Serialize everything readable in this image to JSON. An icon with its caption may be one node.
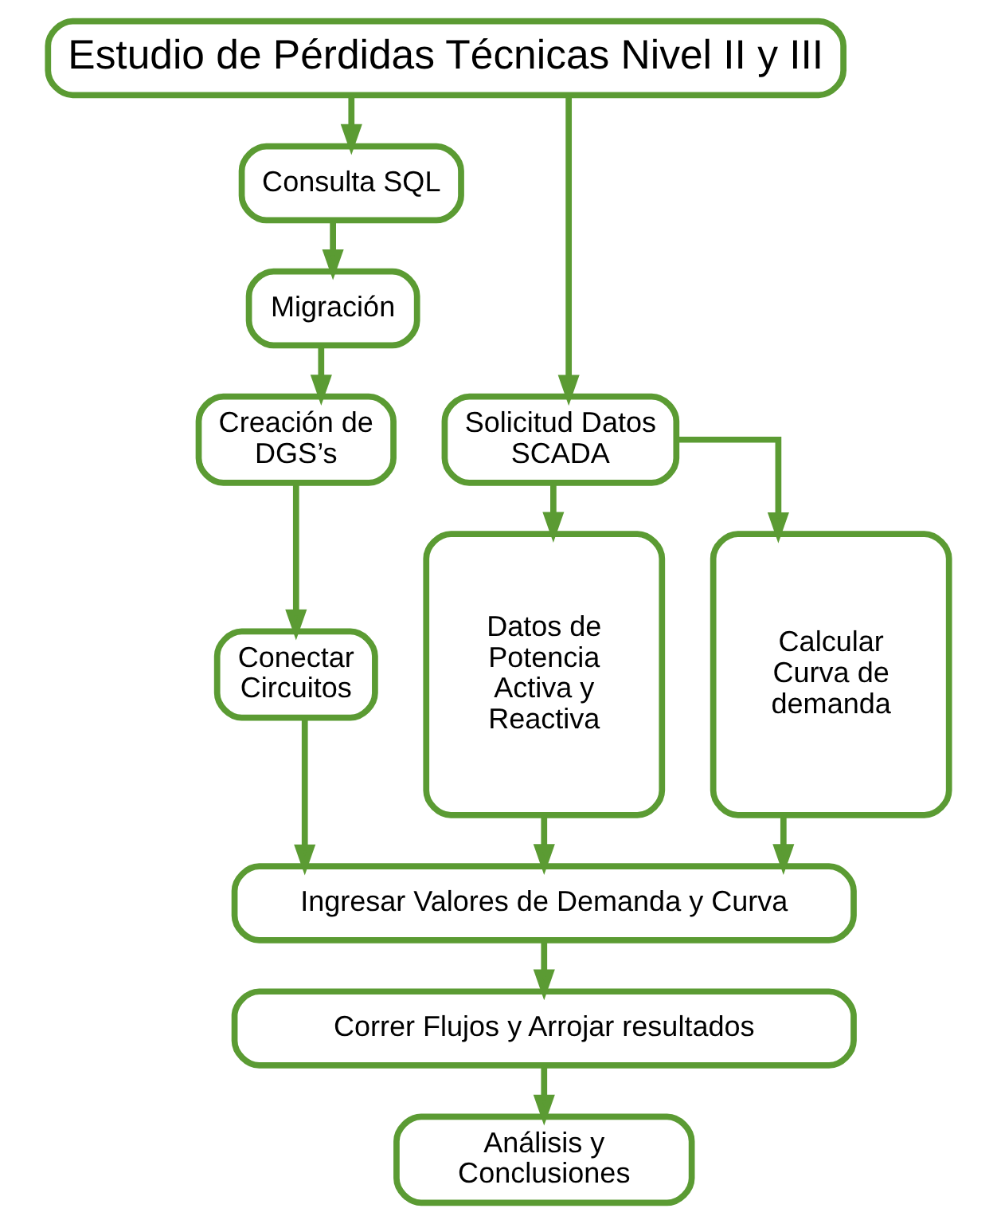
{
  "diagram": {
    "nodes": [
      {
        "text": [
          "Estudio de Pérdidas Técnicas Nivel II y III"
        ]
      },
      {
        "text": [
          "Consulta SQL"
        ]
      },
      {
        "text": [
          "Migración"
        ]
      },
      {
        "text": [
          "Creación de DGS’s"
        ]
      },
      {
        "text": [
          "Conectar Circuitos"
        ]
      },
      {
        "text": [
          "Solicitud Datos SCADA"
        ]
      },
      {
        "text": [
          "Datos de Potencia Activa y Reactiva"
        ]
      },
      {
        "text": [
          "Calcular Curva de demanda"
        ]
      },
      {
        "text": [
          "Ingresar Valores de Demanda y Curva"
        ]
      },
      {
        "text": [
          "Correr Flujos y Arrojar resultados"
        ]
      },
      {
        "text": [
          "Análisis y Conclusiones"
        ]
      }
    ],
    "edges": [
      {
        "from": 0,
        "to": 1,
        "arrow": "to"
      },
      {
        "from": 0,
        "to": 5,
        "arrow": "to"
      },
      {
        "from": 1,
        "to": 2,
        "arrow": "to"
      },
      {
        "from": 2,
        "to": 3,
        "arrow": "to"
      },
      {
        "from": 3,
        "to": 4,
        "arrow": "to"
      },
      {
        "from": 5,
        "to": 6,
        "arrow": "to"
      },
      {
        "from": 5,
        "to": 7,
        "arrow": "to"
      },
      {
        "from": 4,
        "to": 8,
        "arrow": "to"
      },
      {
        "from": 6,
        "to": 8,
        "arrow": "to"
      },
      {
        "from": 7,
        "to": 8,
        "arrow": "to"
      },
      {
        "from": 8,
        "to": 9,
        "arrow": "to"
      },
      {
        "from": 9,
        "to": 10,
        "arrow": "to"
      }
    ]
  }
}
